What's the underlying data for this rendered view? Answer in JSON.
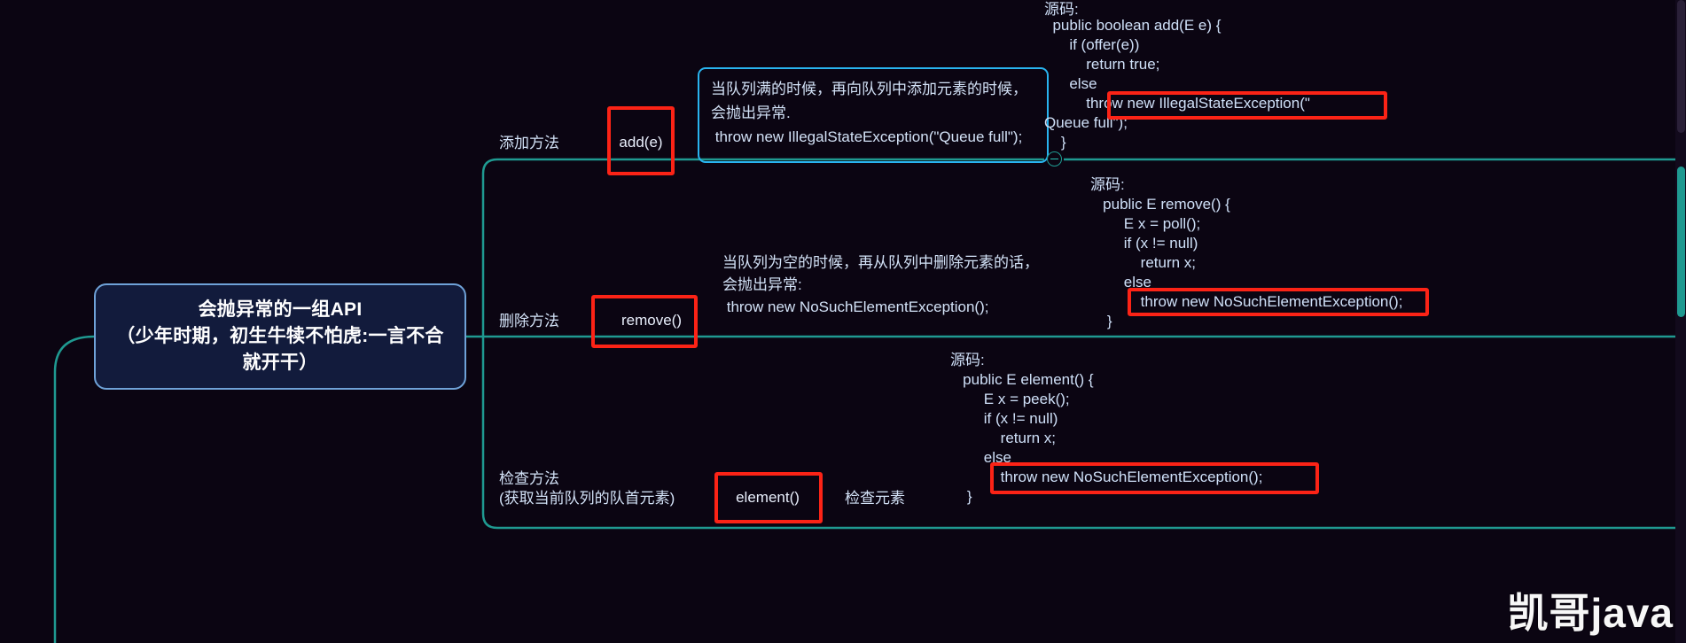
{
  "theme": {
    "background": "#0b0512",
    "node_fill": "#121b3c",
    "node_border": "#6fa2d8",
    "branch_line": "#1f9a91",
    "highlight_red": "#fc2316",
    "callout_cyan": "#29b4ef",
    "code_text": "#cfe0f8"
  },
  "root": {
    "line1": "会抛异常的一组API",
    "line2": "（少年时期，初生牛犊不怕虎:一言不合",
    "line3": "就开干）"
  },
  "branches": [
    {
      "id": "add",
      "label": "添加方法",
      "method": "add(e)",
      "callout": "当队列满的时候，再向队列中添加元素的时候，\n会抛出异常.\n throw new IllegalStateException(\"Queue full\");",
      "source_title": "源码:",
      "source_lines": [
        "  public boolean add(E e) {",
        "      if (offer(e))",
        "          return true;",
        "      else",
        "          throw new IllegalStateException(\"",
        "Queue full\");",
        "    }"
      ],
      "highlight_line": "throw new IllegalStateException(\""
    },
    {
      "id": "remove",
      "label": "删除方法",
      "method": "remove()",
      "note": "当队列为空的时候，再从队列中删除元素的话，\n会抛出异常:\n throw new NoSuchElementException();",
      "source_title": "源码:",
      "source_lines": [
        "   public E remove() {",
        "        E x = poll();",
        "        if (x != null)",
        "            return x;",
        "        else",
        "            throw new NoSuchElementException();",
        "    }"
      ],
      "highlight_line": "throw new NoSuchElementExcep"
    },
    {
      "id": "element",
      "label_line1": "检查方法",
      "label_line2": "(获取当前队列的队首元素)",
      "method": "element()",
      "side_label": "检查元素",
      "source_title": "源码:",
      "source_lines": [
        "   public E element() {",
        "        E x = peek();",
        "        if (x != null)",
        "            return x;",
        "        else",
        "            throw new NoSuchElementException();",
        "    }"
      ],
      "highlight_line": "throw new NoSuchElementException();"
    }
  ],
  "watermark": "凯哥java",
  "icons": {
    "collapse": "collapse-toggle-icon",
    "scrollbar": "vertical-scrollbar"
  }
}
